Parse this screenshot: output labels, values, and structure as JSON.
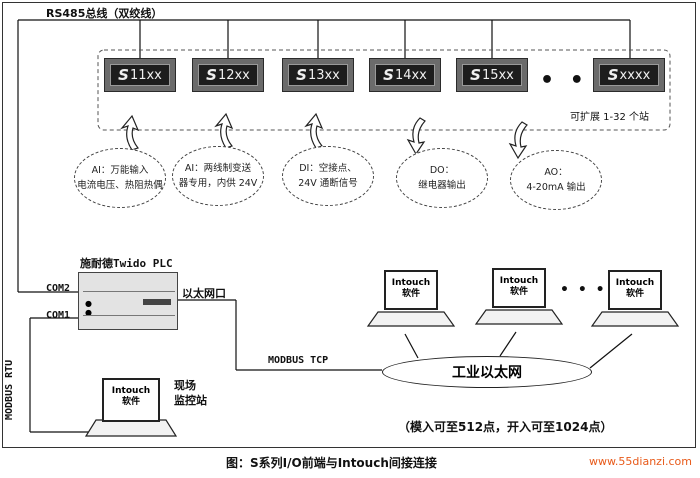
{
  "rs485_label": "RS485总线（双绞线）",
  "modules": [
    {
      "prefix": "S",
      "label": "11xx"
    },
    {
      "prefix": "S",
      "label": "12xx"
    },
    {
      "prefix": "S",
      "label": "13xx"
    },
    {
      "prefix": "S",
      "label": "14xx"
    },
    {
      "prefix": "S",
      "label": "15xx"
    },
    {
      "prefix": "S",
      "label": "xxxx"
    }
  ],
  "module_ellipsis": "• • •",
  "expand_label": "可扩展 1-32 个站",
  "bubbles": [
    {
      "line1": "AI：万能输入",
      "line2": "电流电压、热阻热偶"
    },
    {
      "line1": "AI：两线制变送",
      "line2": "器专用，内供 24V"
    },
    {
      "line1": "DI：空接点、",
      "line2": "24V 通断信号"
    },
    {
      "line1": "DO：",
      "line2": "继电器输出"
    },
    {
      "line1": "AO：",
      "line2": "4-20mA 输出"
    }
  ],
  "plc": {
    "title": "施耐德Twido PLC",
    "com2": "COM2",
    "com1": "COM1",
    "ethernet_port": "以太网口"
  },
  "modbus_rtu": "MODBUS RTU",
  "modbus_tcp": "MODBUS TCP",
  "industrial_ethernet": "工业以太网",
  "intouch_line1": "Intouch",
  "intouch_line2": "软件",
  "local_station": {
    "line1": "现场",
    "line2": "监控站"
  },
  "laptop_ellipsis": "• • • • •",
  "capacity_note": "（模入可至512点，开入可至1024点）",
  "caption": "图：S系列I/O前端与Intouch间接连接",
  "watermark": "www.55dianzi.com"
}
